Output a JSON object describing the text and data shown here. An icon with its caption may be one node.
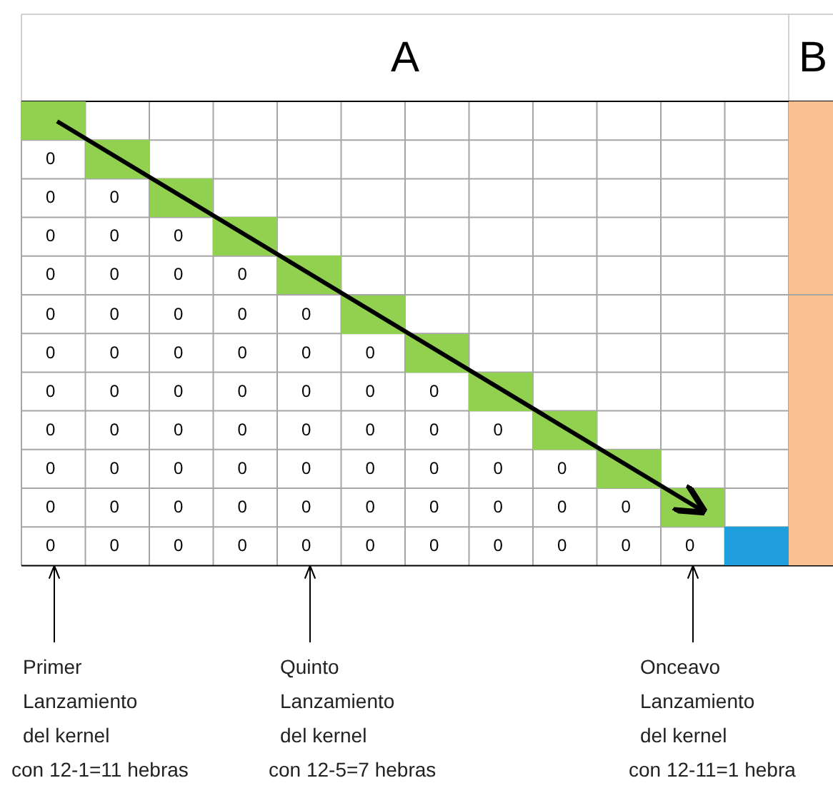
{
  "diagram": {
    "nodes": [
      {
        "text": [
          "0"
        ]
      },
      {
        "text": [
          "0"
        ]
      },
      {
        "text": [
          "0"
        ]
      },
      {
        "text": [
          "Primer Lanzamiento del kernel",
          "con 12-1=11 hebras"
        ]
      },
      {
        "text": [
          "Quinto Lanzamiento del kernel",
          "con 12-5=7 hebras"
        ]
      },
      {
        "text": [
          "Onceavo Lanzamiento del kernel",
          "con 12-11=1 hebra"
        ]
      }
    ],
    "edges": [
      {
        "from": 3,
        "to": 0,
        "arrow": "to"
      },
      {
        "from": 4,
        "to": 1,
        "arrow": "to"
      },
      {
        "from": 5,
        "to": 2,
        "arrow": "to"
      }
    ],
    "labels": [
      "A",
      "B",
      "0",
      "0",
      "0",
      "0",
      "0",
      "0",
      "0",
      "0",
      "0",
      "0",
      "0",
      "0",
      "0",
      "0",
      "0",
      "0",
      "0",
      "0",
      "0",
      "0",
      "0",
      "0",
      "0",
      "0",
      "0",
      "0",
      "0",
      "0",
      "0",
      "0",
      "0",
      "0",
      "0",
      "0",
      "0",
      "0",
      "0",
      "0",
      "0",
      "0",
      "0",
      "0",
      "0",
      "0",
      "0",
      "0",
      "0",
      "0",
      "0",
      "0",
      "0",
      "0",
      "0",
      "0",
      "0",
      "0",
      "0",
      "0",
      "0",
      "0",
      "0",
      "0",
      "0"
    ]
  }
}
